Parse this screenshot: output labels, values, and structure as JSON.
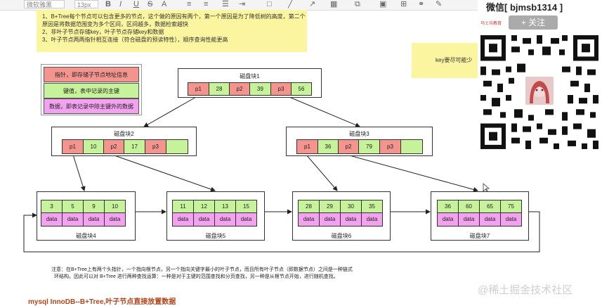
{
  "toolbar": {
    "font_family": "微软雅黑",
    "font_size": "13px",
    "bold": "B",
    "italic": "I",
    "underline": "U",
    "strike": "S",
    "font_color": "A"
  },
  "notes": {
    "lines": [
      "1、B+Tree每个节点可以包含更多的节点，这个做的原因有两个，第一个原因是为了降低树的高度，第二个",
      "原因是将数据范围变为多个区间，区间越多，数据检索越快",
      "2、非叶子节点存储key，叶子节点存储key和数据",
      "3、叶子节点两两指针相互连接（符合磁盘的预读特性），顺序查询性能更高"
    ]
  },
  "key_note": "key要尽可能少",
  "legend": {
    "pointer": "指针，即存储子节点地址信息",
    "key": "键值，表中记录的主键",
    "data": "数据，即表记录中除主键外的数据"
  },
  "disks": {
    "d1": {
      "label": "磁盘块1",
      "cells": [
        "p1",
        "28",
        "p2",
        "39",
        "p3",
        "56"
      ]
    },
    "d2": {
      "label": "磁盘块2",
      "cells": [
        "p1",
        "10",
        "p2",
        "17",
        "p3",
        ""
      ]
    },
    "d3": {
      "label": "磁盘块3",
      "cells": [
        "p1",
        "36",
        "p2",
        "79",
        "p3",
        ""
      ]
    },
    "d4": {
      "label": "磁盘块4",
      "keys": [
        "3",
        "5",
        "9",
        "10"
      ],
      "data": [
        "data",
        "data",
        "data",
        "data"
      ]
    },
    "d5": {
      "label": "磁盘块5",
      "keys": [
        "11",
        "12",
        "13",
        "15"
      ],
      "data": [
        "data",
        "data",
        "data",
        "data"
      ]
    },
    "d6": {
      "label": "磁盘块6",
      "keys": [
        "28",
        "29",
        "30",
        "35"
      ],
      "data": [
        "data",
        "data",
        "data",
        "data"
      ]
    },
    "d7": {
      "label": "磁盘块7",
      "keys": [
        "36",
        "60",
        "65",
        "75"
      ],
      "data": [
        "data",
        "data",
        "data",
        "data"
      ]
    }
  },
  "bottom_note": {
    "line1": "注意：在B+Tree上有两个头指针，一个指向根节点，另一个指向关键字最小的叶子节点，而且所有叶子节点（即数据节点）之间是一种链式",
    "line2": "环结构。因此可以对 B+Tree 进行两种查找运算：一种是对于主键的范围查找和分页查找，另一种是从根节点开始，进行随机查找。"
  },
  "footer_title": "mysql InnoDB--B+Tree,叶子节点直接放置数据",
  "qr": {
    "title": "微信[ bjmsb1314 ]",
    "follow": "+ 关注",
    "logo": "马士兵教育"
  },
  "watermark": "@稀土掘金技术社区",
  "colors": {
    "pointer": "#f4948f",
    "key": "#c6f29a",
    "data": "#f3a2f0",
    "note_bg": "#fbf5a0",
    "footer": "#b5451b"
  }
}
